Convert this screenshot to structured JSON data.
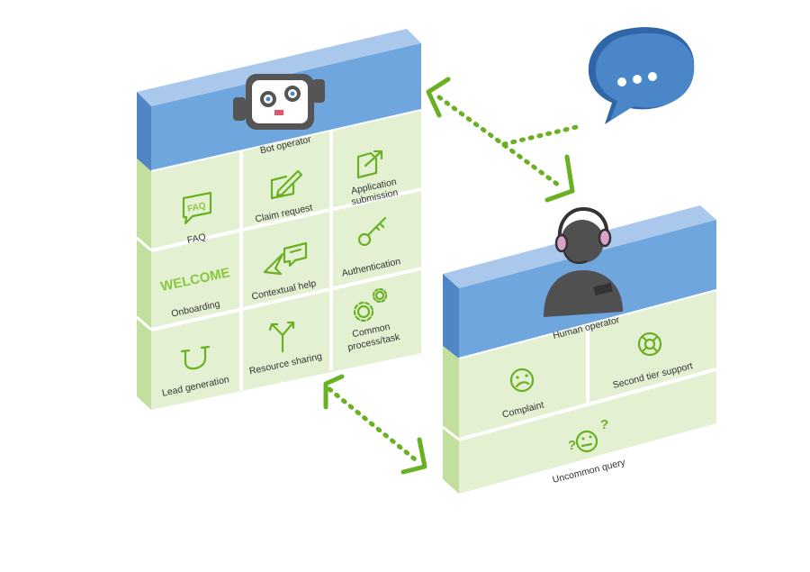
{
  "bot": {
    "title": "Bot operator",
    "tiles": [
      {
        "label": "FAQ",
        "badge": "FAQ",
        "icon": "faq-bubble-icon"
      },
      {
        "label": "Claim request",
        "icon": "pencil-edit-icon"
      },
      {
        "label1": "Application",
        "label2": "submission",
        "icon": "document-send-icon"
      },
      {
        "label": "Onboarding",
        "badge": "WELCOME",
        "icon": "welcome-text-icon"
      },
      {
        "label": "Contextual help",
        "icon": "cursor-chat-icon"
      },
      {
        "label": "Authentication",
        "icon": "key-icon"
      },
      {
        "label": "Lead generation",
        "icon": "magnet-icon"
      },
      {
        "label": "Resource sharing",
        "icon": "split-arrow-icon"
      },
      {
        "label1": "Common",
        "label2": "process/task",
        "icon": "gears-icon"
      }
    ]
  },
  "human": {
    "title": "Human operator",
    "tiles": [
      {
        "label": "Complaint",
        "icon": "sad-face-icon"
      },
      {
        "label": "Second tier support",
        "icon": "lifebuoy-icon"
      },
      {
        "label": "Uncommon query",
        "icon": "confused-face-icon"
      }
    ]
  },
  "colors": {
    "header_blue": "#7aaee0",
    "tile_green": "#e6f2d6",
    "accent_green": "#6ab023",
    "bubble_blue": "#4a86c8"
  }
}
